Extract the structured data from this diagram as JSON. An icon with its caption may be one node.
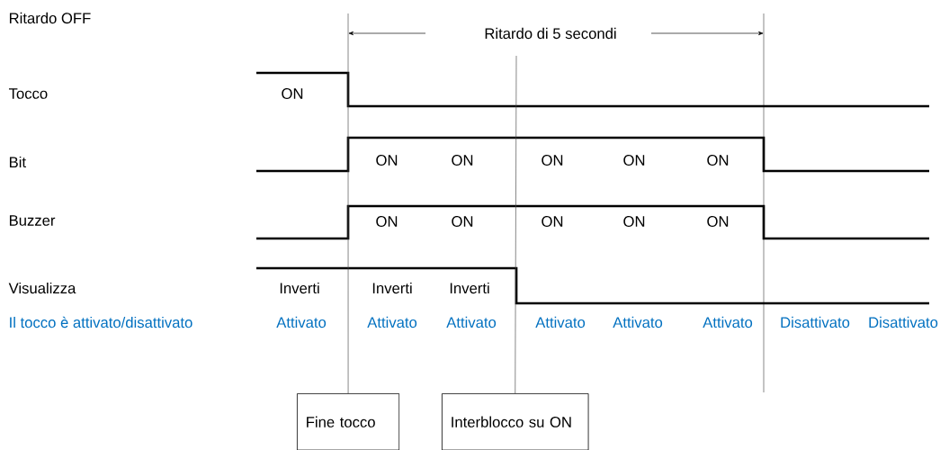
{
  "diagram": {
    "nodes": [
      {
        "text": [
          "Fine tocco"
        ]
      },
      {
        "text": [
          "Interblocco su ON"
        ]
      }
    ],
    "edges": [
      {
        "from": null,
        "to": 0,
        "arrow": "none"
      },
      {
        "from": null,
        "to": 1,
        "arrow": "none"
      }
    ],
    "labels": [
      "Ritardo OFF",
      "Ritardo di 5 secondi",
      "Tocco",
      "ON",
      "Bit",
      "ON",
      "ON",
      "ON",
      "ON",
      "ON",
      "Buzzer",
      "ON",
      "ON",
      "ON",
      "ON",
      "ON",
      "Visualizza",
      "Inverti",
      "Inverti",
      "Inverti",
      "Il tocco è attivato/disattivato",
      "Attivato",
      "Attivato",
      "Attivato",
      "Attivato",
      "Attivato",
      "Attivato",
      "Disattivato",
      "Disattivato"
    ]
  }
}
